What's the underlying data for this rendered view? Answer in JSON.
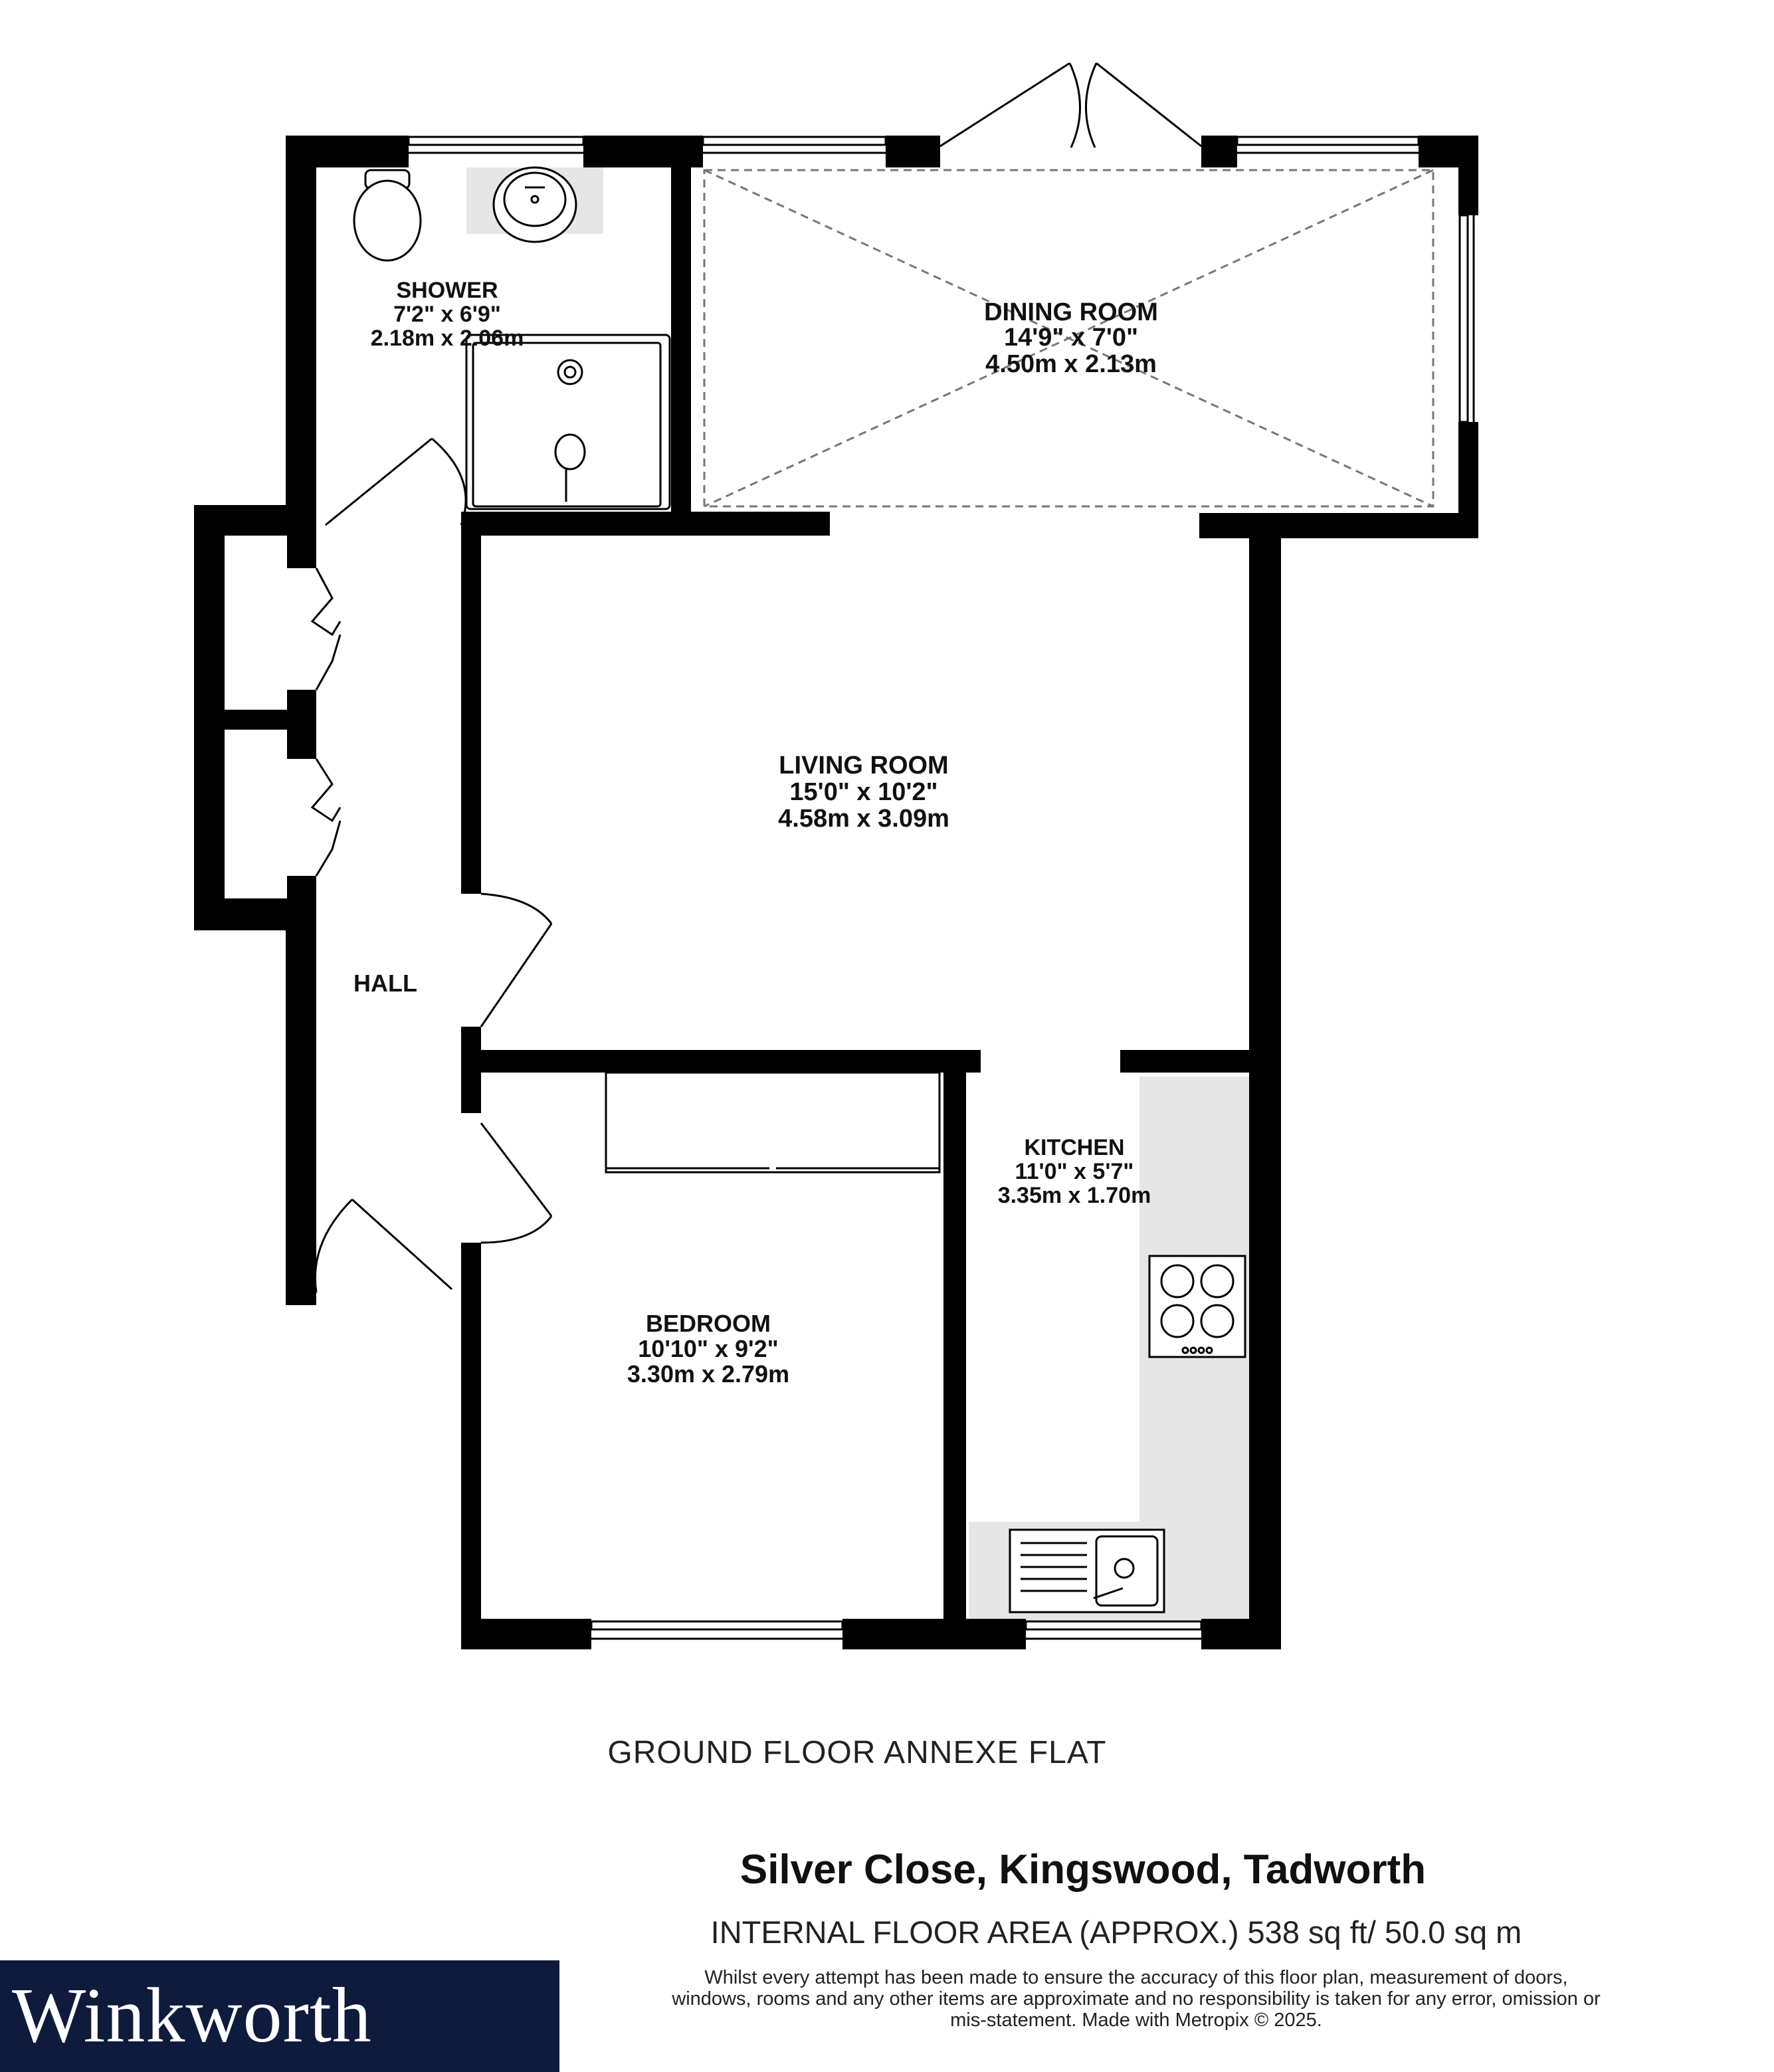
{
  "rooms": {
    "shower": {
      "name": "SHOWER",
      "imperial": "7'2\"  x 6'9\"",
      "metric": "2.18m  x 2.06m"
    },
    "dining": {
      "name": "DINING ROOM",
      "imperial": "14'9\"  x 7'0\"",
      "metric": "4.50m  x 2.13m"
    },
    "living": {
      "name": "LIVING ROOM",
      "imperial": "15'0\"  x 10'2\"",
      "metric": "4.58m  x 3.09m"
    },
    "hall": {
      "name": "HALL"
    },
    "kitchen": {
      "name": "KITCHEN",
      "imperial": "11'0\"  x 5'7\"",
      "metric": "3.35m  x 1.70m"
    },
    "bedroom": {
      "name": "BEDROOM",
      "imperial": "10'10\"  x 9'2\"",
      "metric": "3.30m  x 2.79m"
    }
  },
  "floor_title": "GROUND FLOOR ANNEXE FLAT",
  "address": "Silver Close, Kingswood, Tadworth",
  "floor_area": "INTERNAL FLOOR AREA (APPROX.) 538 sq ft/ 50.0 sq m",
  "disclaimer": "Whilst every attempt has been made to ensure the accuracy of this floor plan, measurement of doors, windows, rooms and any other items are approximate and no responsibility is taken for any error, omission or mis-statement. Made with Metropix © 2025.",
  "brand": "Winkworth",
  "colors": {
    "wall": "#000000",
    "fixture_shade": "#e6e6e6",
    "brand_bg": "#0f1b3d",
    "brand_text": "#ffffff"
  }
}
